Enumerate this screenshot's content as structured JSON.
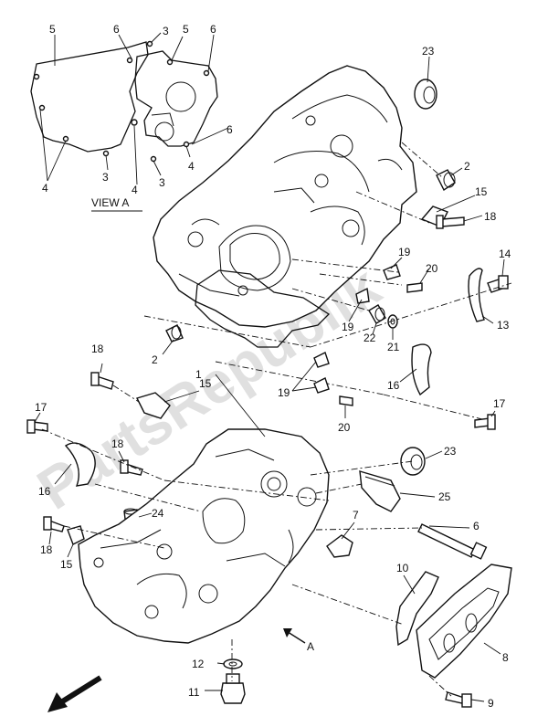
{
  "diagram": {
    "view_label": "VIEW A",
    "view_arrow_letter": "A",
    "watermark": "PartsRepublik",
    "callouts": [
      {
        "id": "c5a",
        "label": "5"
      },
      {
        "id": "c6a",
        "label": "6"
      },
      {
        "id": "c3a",
        "label": "3"
      },
      {
        "id": "c5b",
        "label": "5"
      },
      {
        "id": "c6b",
        "label": "6"
      },
      {
        "id": "c6c",
        "label": "6"
      },
      {
        "id": "c4a",
        "label": "4"
      },
      {
        "id": "c3b",
        "label": "3"
      },
      {
        "id": "c4b",
        "label": "4"
      },
      {
        "id": "c3c",
        "label": "3"
      },
      {
        "id": "c4c",
        "label": "4"
      },
      {
        "id": "c23a",
        "label": "23"
      },
      {
        "id": "c2a",
        "label": "2"
      },
      {
        "id": "c15a",
        "label": "15"
      },
      {
        "id": "c18a",
        "label": "18"
      },
      {
        "id": "c14",
        "label": "14"
      },
      {
        "id": "c19a",
        "label": "19"
      },
      {
        "id": "c20a",
        "label": "20"
      },
      {
        "id": "c19b",
        "label": "19"
      },
      {
        "id": "c22",
        "label": "22"
      },
      {
        "id": "c21",
        "label": "21"
      },
      {
        "id": "c13",
        "label": "13"
      },
      {
        "id": "c2b",
        "label": "2"
      },
      {
        "id": "c1",
        "label": "1"
      },
      {
        "id": "c18b",
        "label": "18"
      },
      {
        "id": "c15b",
        "label": "15"
      },
      {
        "id": "c19c",
        "label": "19"
      },
      {
        "id": "c20b",
        "label": "20"
      },
      {
        "id": "c16a",
        "label": "16"
      },
      {
        "id": "c17a",
        "label": "17"
      },
      {
        "id": "c17b",
        "label": "17"
      },
      {
        "id": "c18c",
        "label": "18"
      },
      {
        "id": "c16b",
        "label": "16"
      },
      {
        "id": "c23b",
        "label": "23"
      },
      {
        "id": "c25",
        "label": "25"
      },
      {
        "id": "c24",
        "label": "24"
      },
      {
        "id": "c7",
        "label": "7"
      },
      {
        "id": "c6d",
        "label": "6"
      },
      {
        "id": "c18d",
        "label": "18"
      },
      {
        "id": "c15c",
        "label": "15"
      },
      {
        "id": "c10",
        "label": "10"
      },
      {
        "id": "c8",
        "label": "8"
      },
      {
        "id": "c12",
        "label": "12"
      },
      {
        "id": "c11",
        "label": "11"
      },
      {
        "id": "c9",
        "label": "9"
      }
    ]
  }
}
